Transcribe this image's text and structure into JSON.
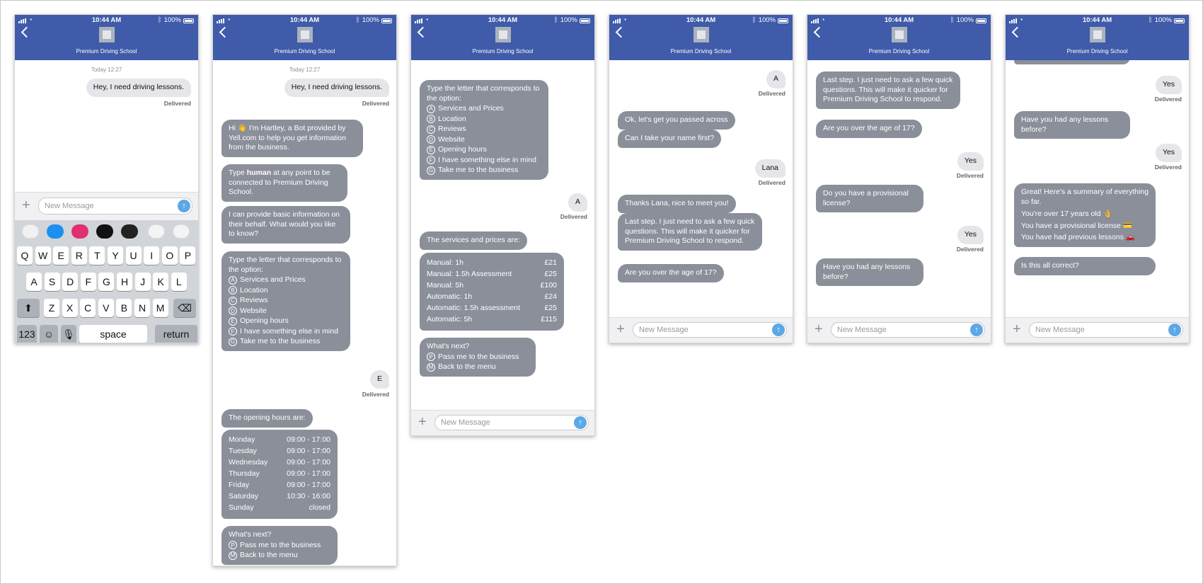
{
  "status": {
    "time": "10:44 AM",
    "battery": "100%"
  },
  "contact": "Premium Driving School",
  "composer_placeholder": "New Message",
  "stamp": "Today 12:27",
  "delivered": "Delivered",
  "msgs": {
    "hey": "Hey, I need driving lessons.",
    "hi_pre": "Hi ",
    "hi_wave": "👋",
    "hi_post": " I'm Hartley, a Bot provided by Yell.com to help you get information from the business.",
    "type_pre": "Type ",
    "type_bold": "human",
    "type_post": " at any point to be connected to Premium Driving School.",
    "basic": "I can provide basic information on their behalf. What would you like to know?",
    "menu_intro": "Type the letter that corresponds to the option:",
    "menu": [
      [
        "A",
        "Services and Prices"
      ],
      [
        "B",
        "Location"
      ],
      [
        "C",
        "Reviews"
      ],
      [
        "D",
        "Website"
      ],
      [
        "E",
        "Opening hours"
      ],
      [
        "F",
        "I have something else in mind"
      ],
      [
        "G",
        "Take me to the business"
      ]
    ],
    "e": "E",
    "a": "A",
    "hours_intro": "The opening hours are:",
    "hours": [
      [
        "Monday",
        "09:00 - 17:00"
      ],
      [
        "Tuesday",
        "09:00 - 17:00"
      ],
      [
        "Wednesday",
        "09:00 - 17:00"
      ],
      [
        "Thursday",
        "09:00 - 17:00"
      ],
      [
        "Friday",
        "09:00 - 17:00"
      ],
      [
        "Saturday",
        "10:30 - 16:00"
      ],
      [
        "Sunday",
        "closed"
      ]
    ],
    "next": "What's next?",
    "next_opts": [
      [
        "P",
        "Pass me to the business"
      ],
      [
        "M",
        "Back to the menu"
      ]
    ],
    "prices_intro": "The services and prices are:",
    "prices": [
      [
        "Manual: 1h",
        "£21"
      ],
      [
        "Manual: 1.5h Assessment",
        "£25"
      ],
      [
        "Manual: 5h",
        "£100"
      ],
      [
        "Automatic: 1h",
        "£24"
      ],
      [
        "Automatic: 1.5h assessment",
        "£25"
      ],
      [
        "Automatic: 5h",
        "£115"
      ]
    ],
    "passed": "Ok, let's get you passed across",
    "name_q": "Can I take your name first?",
    "lana": "Lana",
    "thanks": "Thanks Lana, nice to meet you!",
    "last_step": "Last step. I just need to ask a few quick questions. This will make it quicker for Premium Driving School to respond.",
    "age_q": "Are you over the age of 17?",
    "yes": "Yes",
    "license_q": "Do you have a provisional license?",
    "lessons_q": "Have you had any lessons before?",
    "summary_title": "Great! Here's a summary of everything so far.",
    "summary": [
      [
        "You're over 17 years old ",
        "👌"
      ],
      [
        "You have a provisional license ",
        "💳"
      ],
      [
        "You have had previous lessons ",
        "🚗"
      ]
    ],
    "correct_q": "Is this all correct?"
  },
  "keyboard": {
    "row1": [
      "Q",
      "W",
      "E",
      "R",
      "T",
      "Y",
      "U",
      "I",
      "O",
      "P"
    ],
    "row2": [
      "A",
      "S",
      "D",
      "F",
      "G",
      "H",
      "J",
      "K",
      "L"
    ],
    "row3": [
      "Z",
      "X",
      "C",
      "V",
      "B",
      "N",
      "M"
    ],
    "num": "123",
    "space": "space",
    "return": "return",
    "emoji": "☺",
    "mic": "🎙",
    "shift": "⬆",
    "backspace": "⌫"
  },
  "app_strip": [
    {
      "name": "photos",
      "color": "#f2f2f2"
    },
    {
      "name": "app-store",
      "color": "#1c8ff0"
    },
    {
      "name": "search-images",
      "color": "#e0306e"
    },
    {
      "name": "activity",
      "color": "#111111"
    },
    {
      "name": "heart",
      "color": "#222222"
    },
    {
      "name": "evernote",
      "color": "#f4f4f4"
    },
    {
      "name": "airbnb",
      "color": "#f4f4f4"
    }
  ]
}
